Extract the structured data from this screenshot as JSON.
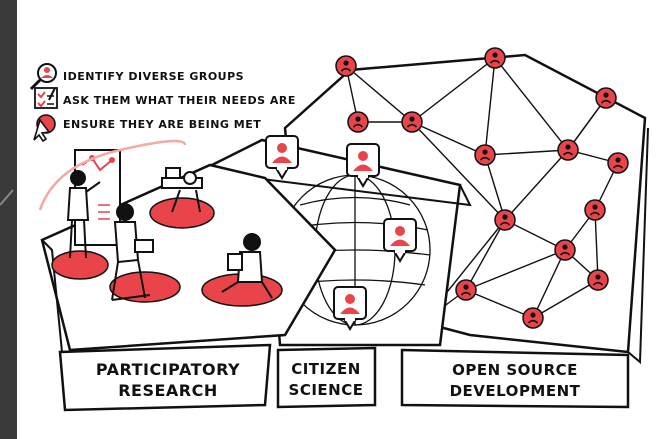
{
  "legend": {
    "items": [
      {
        "text": "IDENTIFY DIVERSE GROUPS",
        "icon": "magnifier-person-icon"
      },
      {
        "text": "ASK THEM WHAT THEIR NEEDS ARE",
        "icon": "clipboard-checklist-icon"
      },
      {
        "text": "ENSURE THEY ARE BEING MET",
        "icon": "cursor-target-icon"
      }
    ]
  },
  "panels": {
    "participatory": {
      "line1": "PARTICIPATORY",
      "line2": "RESEARCH"
    },
    "citizen": {
      "line1": "CITIZEN",
      "line2": "SCIENCE"
    },
    "opensource": {
      "line1": "OPEN SOURCE",
      "line2": "DEVELOPMENT"
    }
  },
  "colors": {
    "accent": "#e8444a",
    "accent_light": "#f3a9a4",
    "ink": "#111111",
    "paper": "#ffffff",
    "frame": "#3a3a3a"
  }
}
